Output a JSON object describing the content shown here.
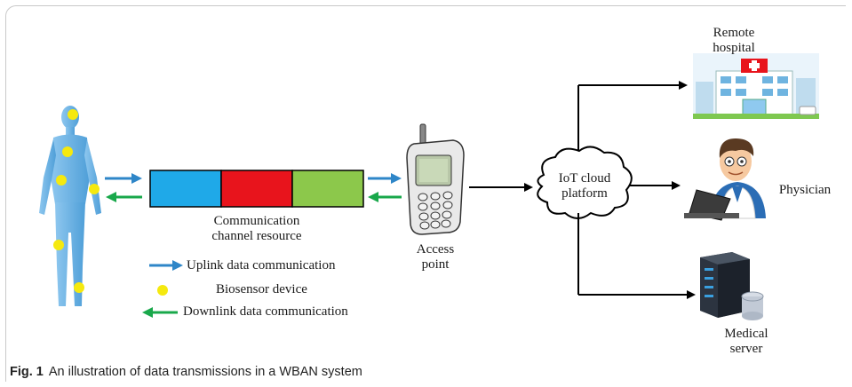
{
  "diagram": {
    "channel_label": "Communication\nchannel resource",
    "access_point_label": "Access\npoint",
    "cloud_label": "IoT cloud\nplatform",
    "hospital_label": "Remote\nhospital",
    "physician_label": "Physician",
    "server_label": "Medical\nserver",
    "channel_colors": [
      "#1fa9e8",
      "#e8141c",
      "#8cc84b"
    ],
    "uplink_color": "#2e86c8",
    "downlink_color": "#19a84b",
    "sensor_color": "#f5e90f"
  },
  "legend": {
    "uplink": "Uplink data communication",
    "sensor": "Biosensor device",
    "downlink": "Downlink data communication"
  },
  "caption": {
    "fig": "Fig. 1",
    "text": "An illustration of data transmissions in a WBAN system"
  }
}
